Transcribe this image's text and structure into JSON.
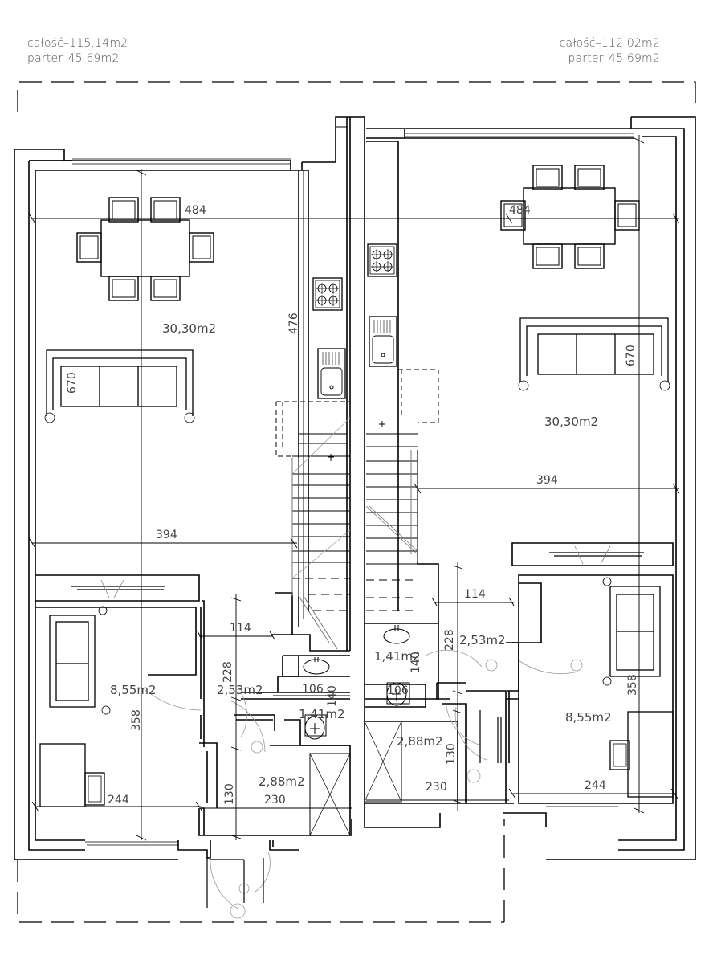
{
  "header_left": {
    "total": "całość–115,14m2",
    "ground": "parter–45,69m2"
  },
  "header_right": {
    "total": "całość–112,02m2",
    "ground": "parter–45,69m2"
  },
  "left_unit": {
    "living_area": "30,30m2",
    "room_area": "8,55m2",
    "hall_area": "2,53m2",
    "wc_area": "1,41m2",
    "entry_area": "2,88m2",
    "dim_width_top": "484",
    "dim_width_mid": "394",
    "dim_kitchen": "476",
    "dim_sofa": "670",
    "dim_114": "114",
    "dim_228": "228",
    "dim_106": "106",
    "dim_140": "140",
    "dim_358": "358",
    "dim_130": "130",
    "dim_230": "230",
    "dim_244": "244"
  },
  "right_unit": {
    "living_area": "30,30m2",
    "room_area": "8,55m2",
    "hall_area": "2,53m2",
    "wc_area": "1,41m2",
    "entry_area": "2,88m2",
    "dim_width_top": "484",
    "dim_width_mid": "394",
    "dim_sofa": "670",
    "dim_114": "114",
    "dim_228": "228",
    "dim_106": "106",
    "dim_140": "140",
    "dim_358": "358",
    "dim_130": "130",
    "dim_230": "230",
    "dim_244": "244"
  }
}
